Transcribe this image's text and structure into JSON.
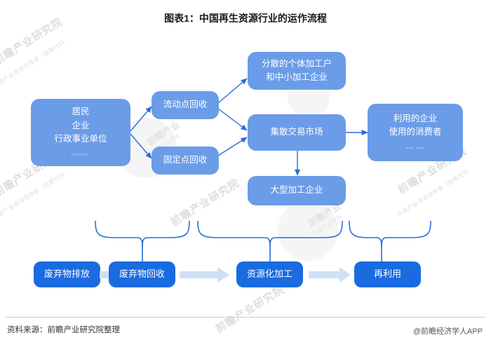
{
  "title": "图表1：中国再生资源行业的运作流程",
  "footer": {
    "source": "资料来源：前瞻产业研究院整理",
    "attribution": "@前瞻经济学人APP"
  },
  "colors": {
    "node_light": "#6b9ce8",
    "node_dark": "#1a6be0",
    "arrow_line": "#2b6cd4",
    "chevron": "#cfe0f7",
    "title_text": "#1a1a1a",
    "node_text": "#ffffff"
  },
  "watermark": {
    "text": "前瞻产业研究院",
    "sub": "中国产业咨询领导者（股票代码",
    "logo_text": "前瞻产业",
    "logo_sub": "中国产业咨询"
  },
  "nodes": {
    "sources": {
      "lines": [
        "居民",
        "企业",
        "行政事业单位",
        "……"
      ]
    },
    "mobile_recycling": {
      "label": "流动点回收"
    },
    "fixed_recycling": {
      "label": "固定点回收"
    },
    "small_processors": {
      "lines": [
        "分散的个体加工户",
        "和中小加工企业"
      ]
    },
    "trading_market": {
      "label": "集散交易市场"
    },
    "large_processors": {
      "label": "大型加工企业"
    },
    "end_users": {
      "lines": [
        "利用的企业",
        "使用的消费者",
        "……"
      ]
    }
  },
  "stages": [
    {
      "label": "废弃物排放"
    },
    {
      "label": "废弃物回收"
    },
    {
      "label": "资源化加工"
    },
    {
      "label": "再利用"
    }
  ],
  "chart_data": {
    "type": "diagram",
    "title": "图表1：中国再生资源行业的运作流程",
    "subtype": "flowchart",
    "nodes": [
      {
        "id": "sources",
        "label": "居民 / 企业 / 行政事业单位 / ……",
        "tier": "light",
        "column": 1
      },
      {
        "id": "mobile_recycling",
        "label": "流动点回收",
        "tier": "light",
        "column": 2
      },
      {
        "id": "fixed_recycling",
        "label": "固定点回收",
        "tier": "light",
        "column": 2
      },
      {
        "id": "small_processors",
        "label": "分散的个体加工户和中小加工企业",
        "tier": "light",
        "column": 3
      },
      {
        "id": "trading_market",
        "label": "集散交易市场",
        "tier": "light",
        "column": 3
      },
      {
        "id": "large_processors",
        "label": "大型加工企业",
        "tier": "light",
        "column": 3
      },
      {
        "id": "end_users",
        "label": "利用的企业 / 使用的消费者 / ……",
        "tier": "light",
        "column": 4
      }
    ],
    "edges": [
      {
        "from": "sources",
        "to": "mobile_recycling"
      },
      {
        "from": "sources",
        "to": "fixed_recycling"
      },
      {
        "from": "mobile_recycling",
        "to": "small_processors"
      },
      {
        "from": "mobile_recycling",
        "to": "trading_market"
      },
      {
        "from": "fixed_recycling",
        "to": "trading_market"
      },
      {
        "from": "trading_market",
        "to": "large_processors"
      },
      {
        "from": "trading_market",
        "to": "end_users"
      }
    ],
    "stage_flow": [
      "废弃物排放",
      "废弃物回收",
      "资源化加工",
      "再利用"
    ],
    "brace_groups": [
      {
        "covers": [
          "mobile_recycling",
          "fixed_recycling"
        ],
        "maps_to": "废弃物回收"
      },
      {
        "covers": [
          "small_processors",
          "trading_market",
          "large_processors"
        ],
        "maps_to": "资源化加工"
      },
      {
        "covers": [
          "end_users"
        ],
        "maps_to": "再利用"
      }
    ]
  }
}
